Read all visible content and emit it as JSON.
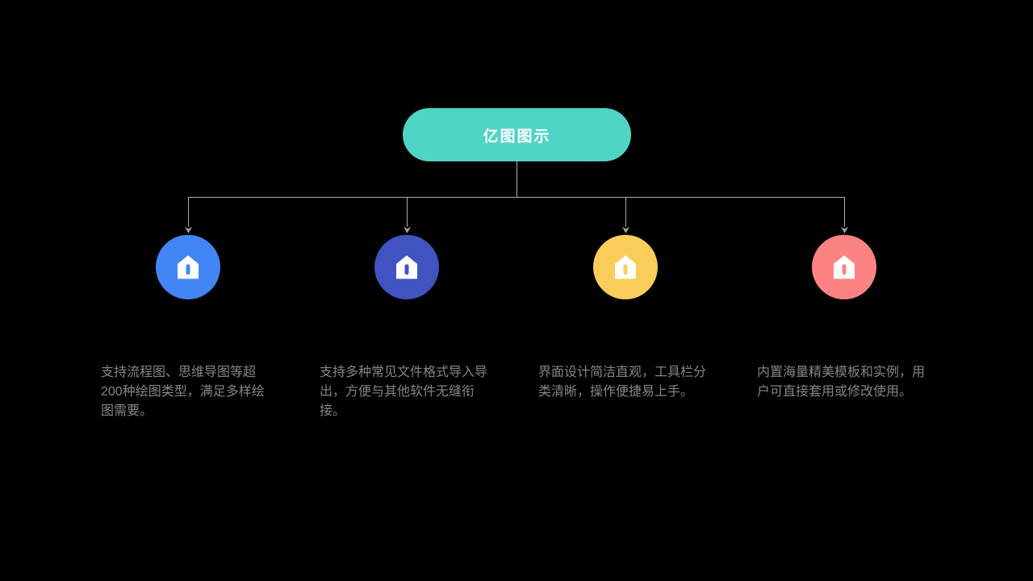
{
  "title": {
    "label": "亿图图示"
  },
  "colors": {
    "background": "#000000",
    "root_fill": "#4FD5C5",
    "root_text": "#FFFFFF",
    "connector": "#ABABAB",
    "description_text": "#858585"
  },
  "nodes": [
    {
      "icon": "home-icon",
      "color": "#4385F4",
      "description": "支持流程图、思维导图等超200种绘图类型，满足多样绘图需要。"
    },
    {
      "icon": "home-icon",
      "color": "#4153C1",
      "description": "支持多种常见文件格式导入导出，方便与其他软件无缝衔接。"
    },
    {
      "icon": "home-icon",
      "color": "#FACD5B",
      "description": "界面设计简洁直观，工具栏分类清晰，操作便捷易上手。"
    },
    {
      "icon": "home-icon",
      "color": "#FC8383",
      "description": "内置海量精美模板和实例，用户可直接套用或修改使用。"
    }
  ]
}
